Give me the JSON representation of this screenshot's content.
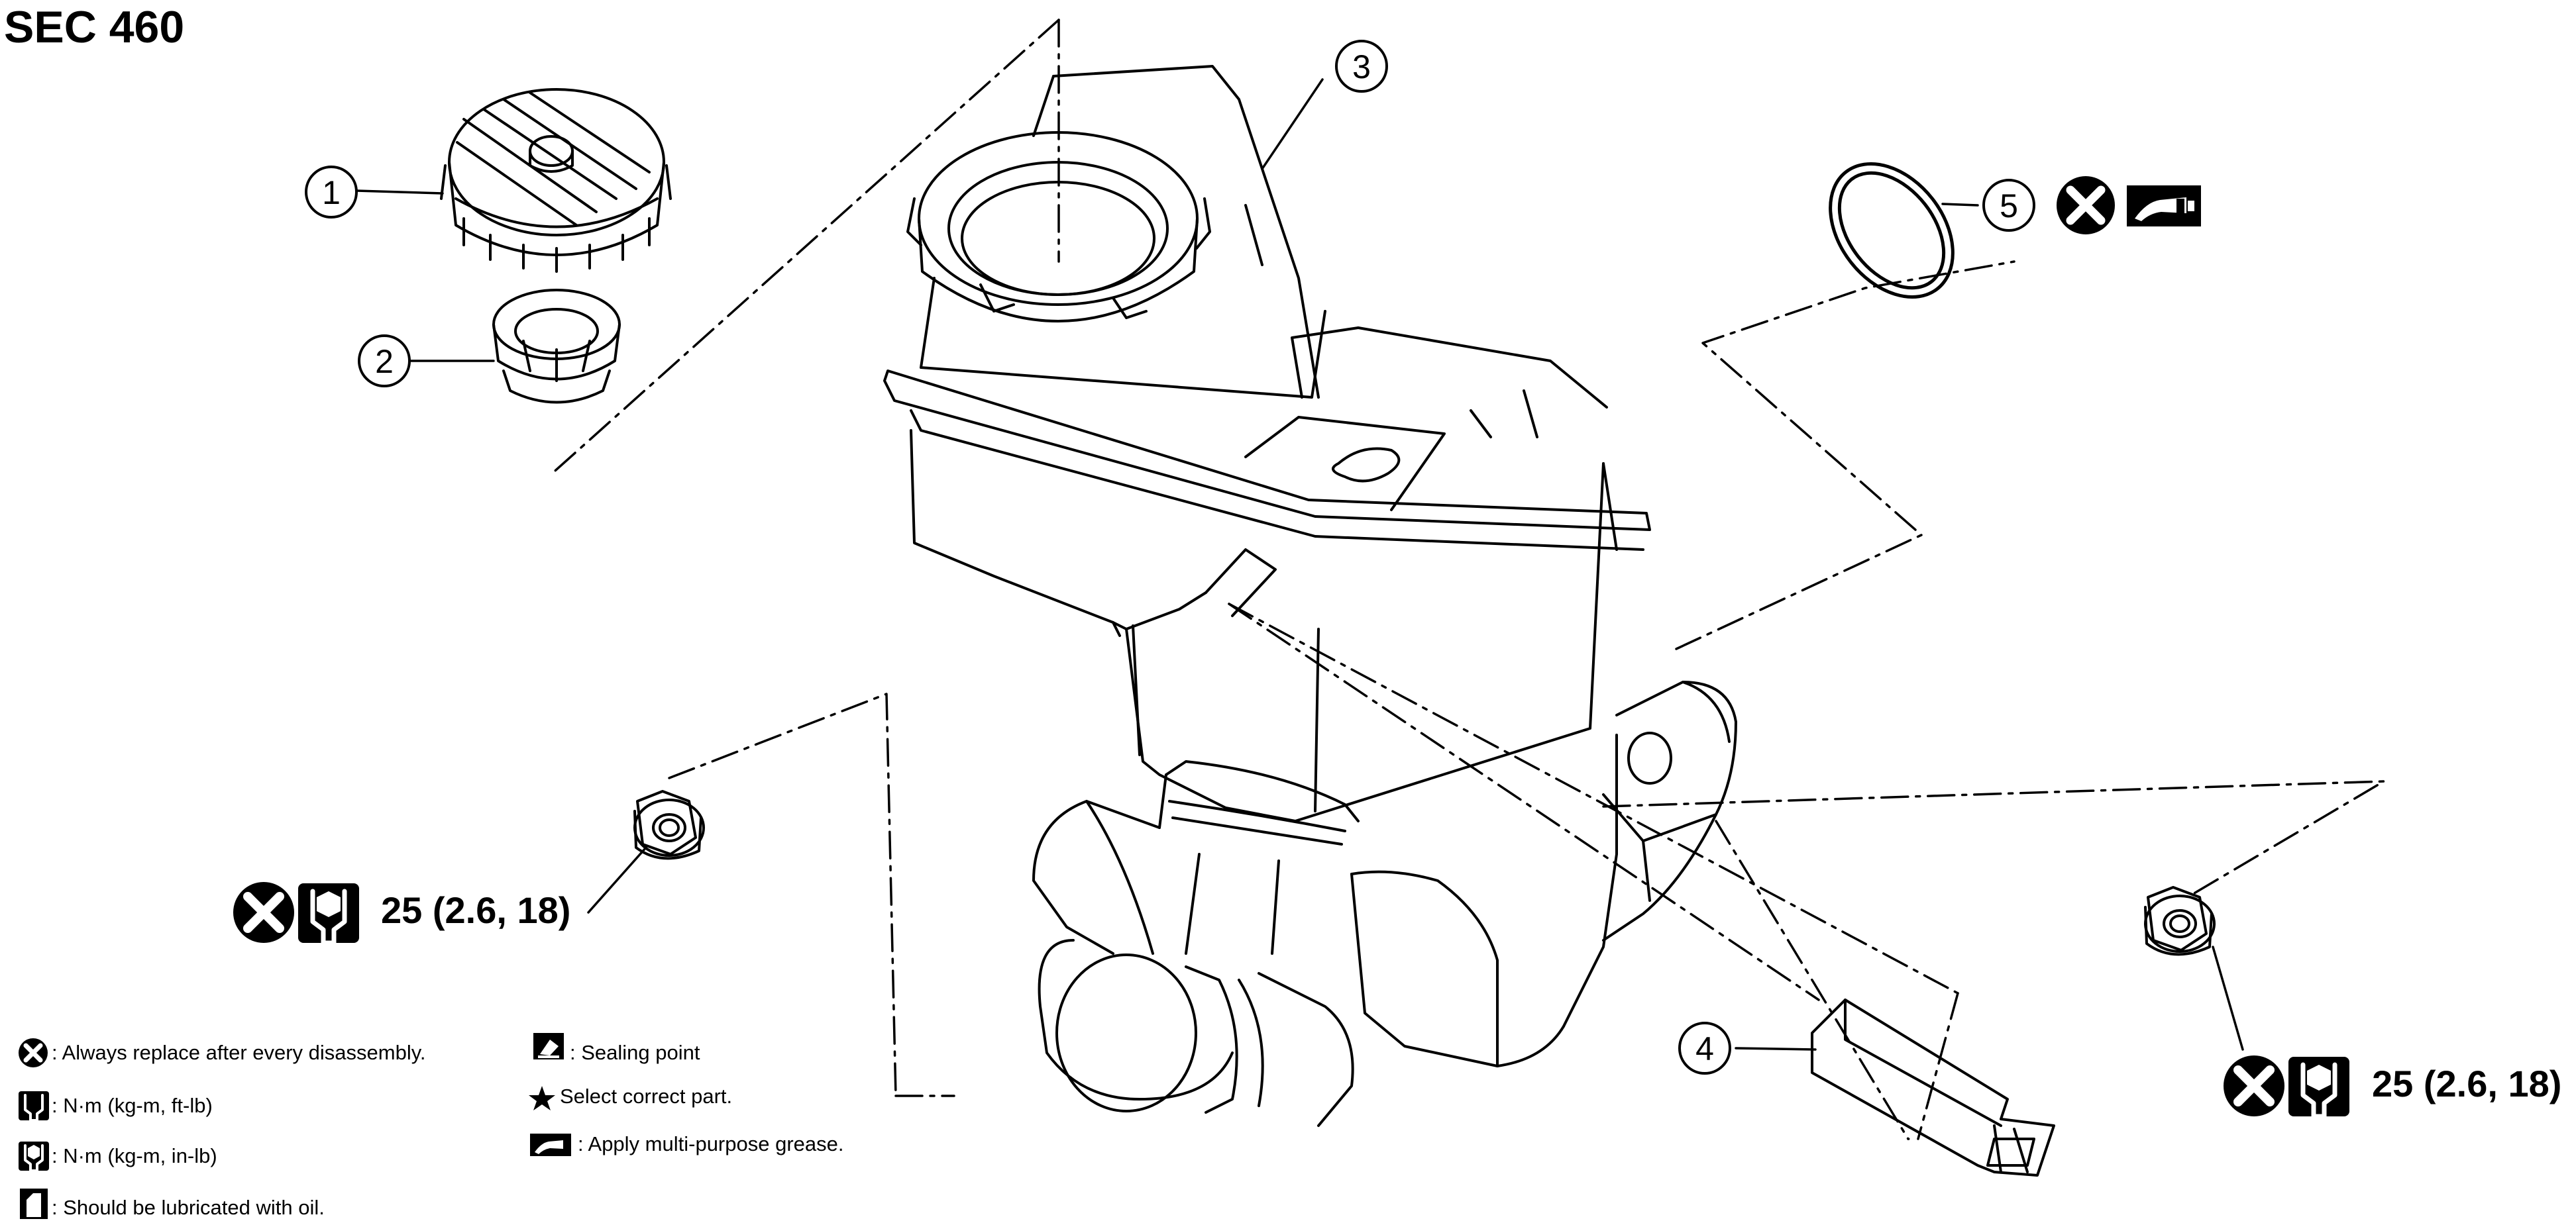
{
  "section_label": "SEC 460",
  "callouts": [
    {
      "id": "1",
      "part": "reservoir-cap"
    },
    {
      "id": "2",
      "part": "oil-strainer"
    },
    {
      "id": "3",
      "part": "reservoir-tank"
    },
    {
      "id": "4",
      "part": "fluid-level-switch"
    },
    {
      "id": "5",
      "part": "o-ring"
    }
  ],
  "torque_left": "25 (2.6, 18)",
  "torque_right": "25 (2.6, 18)",
  "legend": {
    "replace": ": Always replace after every disassembly.",
    "nm_ftlb": ": N·m (kg-m, ft-lb)",
    "nm_inlb": ": N·m (kg-m, in-lb)",
    "oil": ": Should be lubricated with oil.",
    "sealing": ": Sealing point",
    "select": "Select correct part.",
    "grease": ": Apply multi-purpose grease."
  },
  "colors": {
    "line": "#000000",
    "background": "#ffffff"
  }
}
